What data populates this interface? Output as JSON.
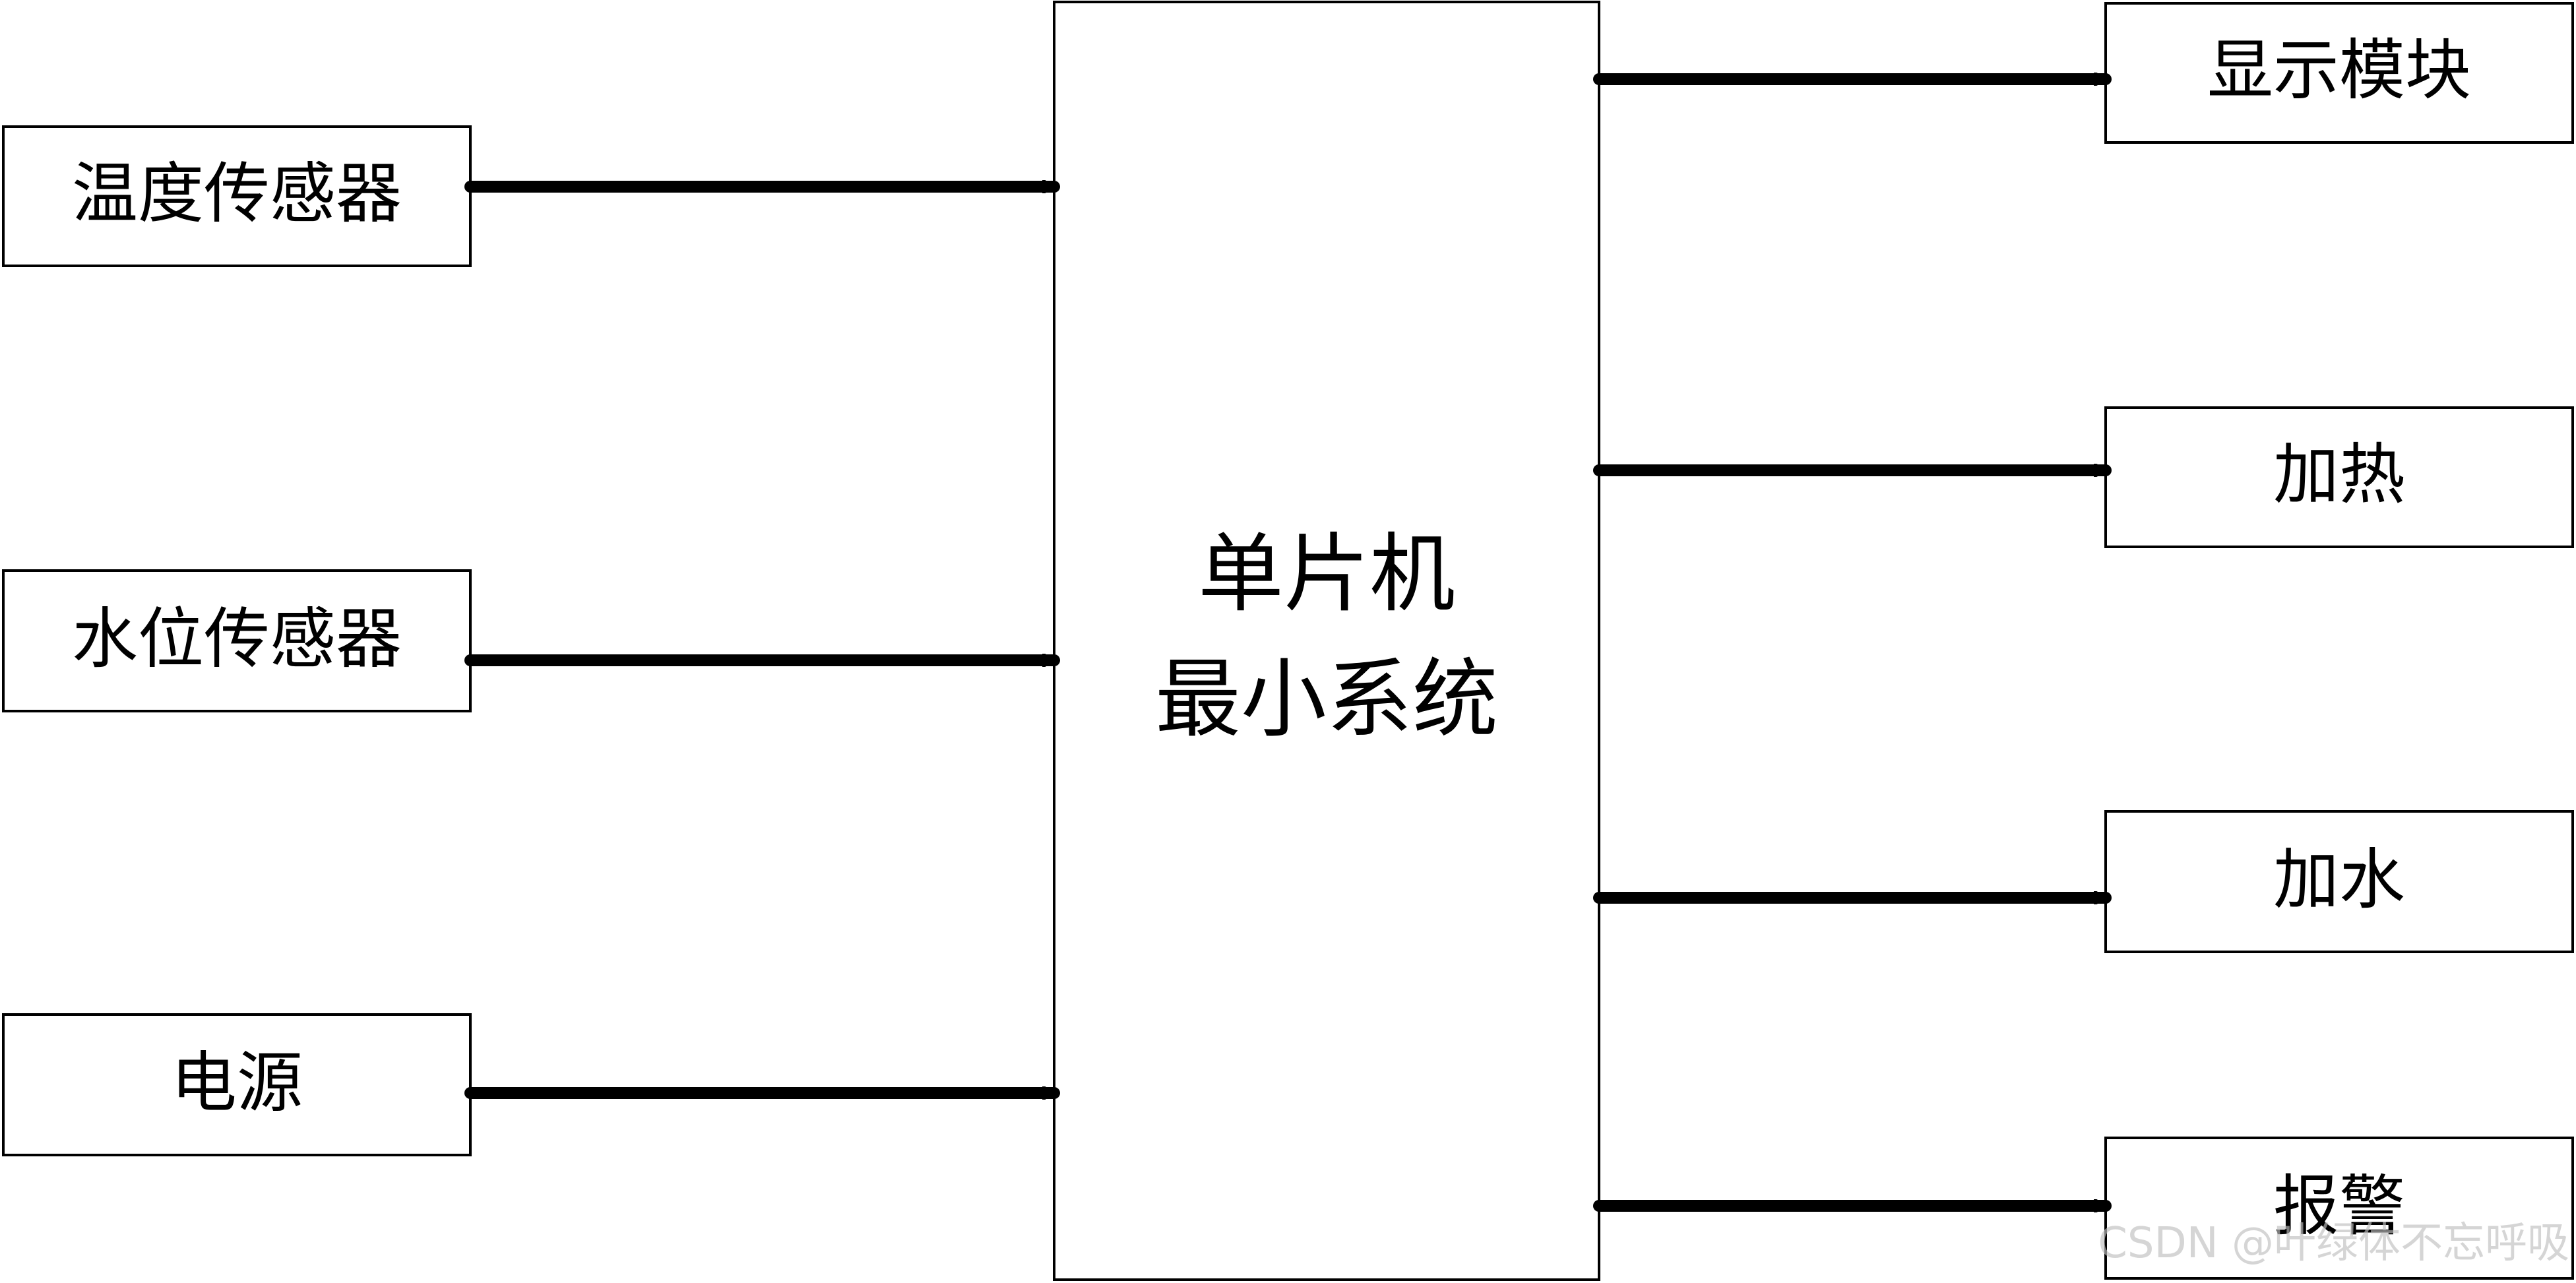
{
  "diagram": {
    "inputs": [
      {
        "label": "温度传感器"
      },
      {
        "label": "水位传感器"
      },
      {
        "label": "电源"
      }
    ],
    "center": {
      "line1": "单片机",
      "line2": "最小系统"
    },
    "outputs": [
      {
        "label": "显示模块"
      },
      {
        "label": "加热"
      },
      {
        "label": "加水"
      },
      {
        "label": "报警"
      }
    ]
  },
  "watermark": "CSDN @叶绿体不忘呼吸",
  "colors": {
    "stroke": "#000000",
    "background": "#ffffff",
    "watermark": "#bebebe"
  }
}
